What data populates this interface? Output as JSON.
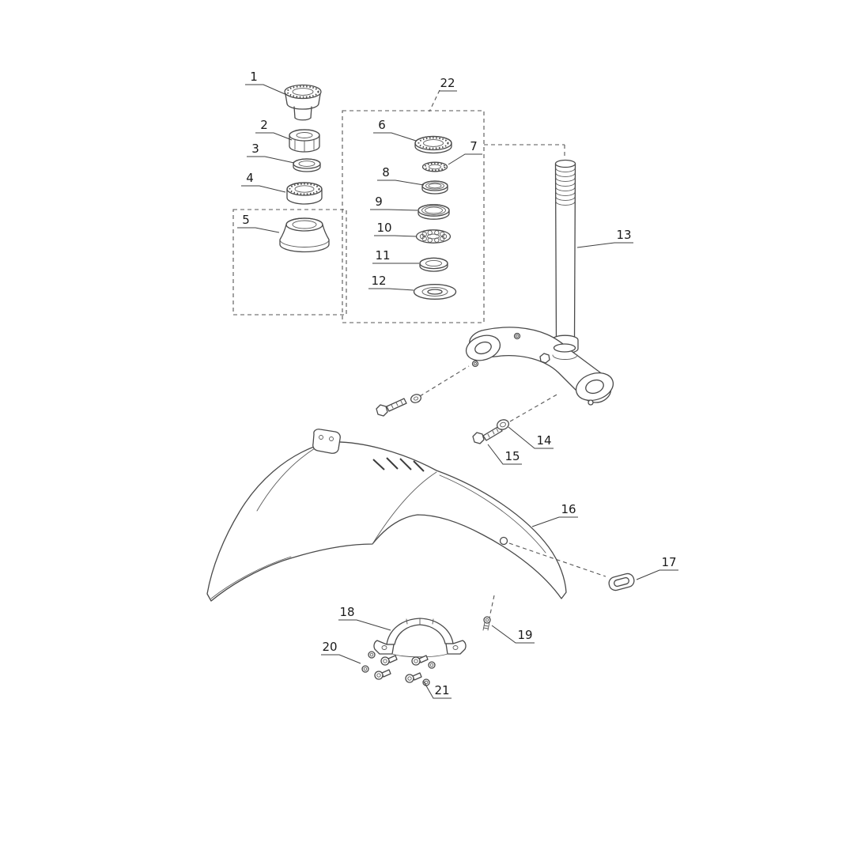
{
  "diagram": {
    "type": "exploded-parts-diagram",
    "background_color": "#ffffff",
    "line_color": "#4a4a4a",
    "label_color": "#1a1a1a",
    "callouts": [
      {
        "number": "1"
      },
      {
        "number": "2"
      },
      {
        "number": "3"
      },
      {
        "number": "4"
      },
      {
        "number": "5"
      },
      {
        "number": "6"
      },
      {
        "number": "7"
      },
      {
        "number": "8"
      },
      {
        "number": "9"
      },
      {
        "number": "10"
      },
      {
        "number": "11"
      },
      {
        "number": "12"
      },
      {
        "number": "13"
      },
      {
        "number": "14"
      },
      {
        "number": "15"
      },
      {
        "number": "16"
      },
      {
        "number": "17"
      },
      {
        "number": "18"
      },
      {
        "number": "19"
      },
      {
        "number": "20"
      },
      {
        "number": "21"
      },
      {
        "number": "22"
      }
    ]
  }
}
